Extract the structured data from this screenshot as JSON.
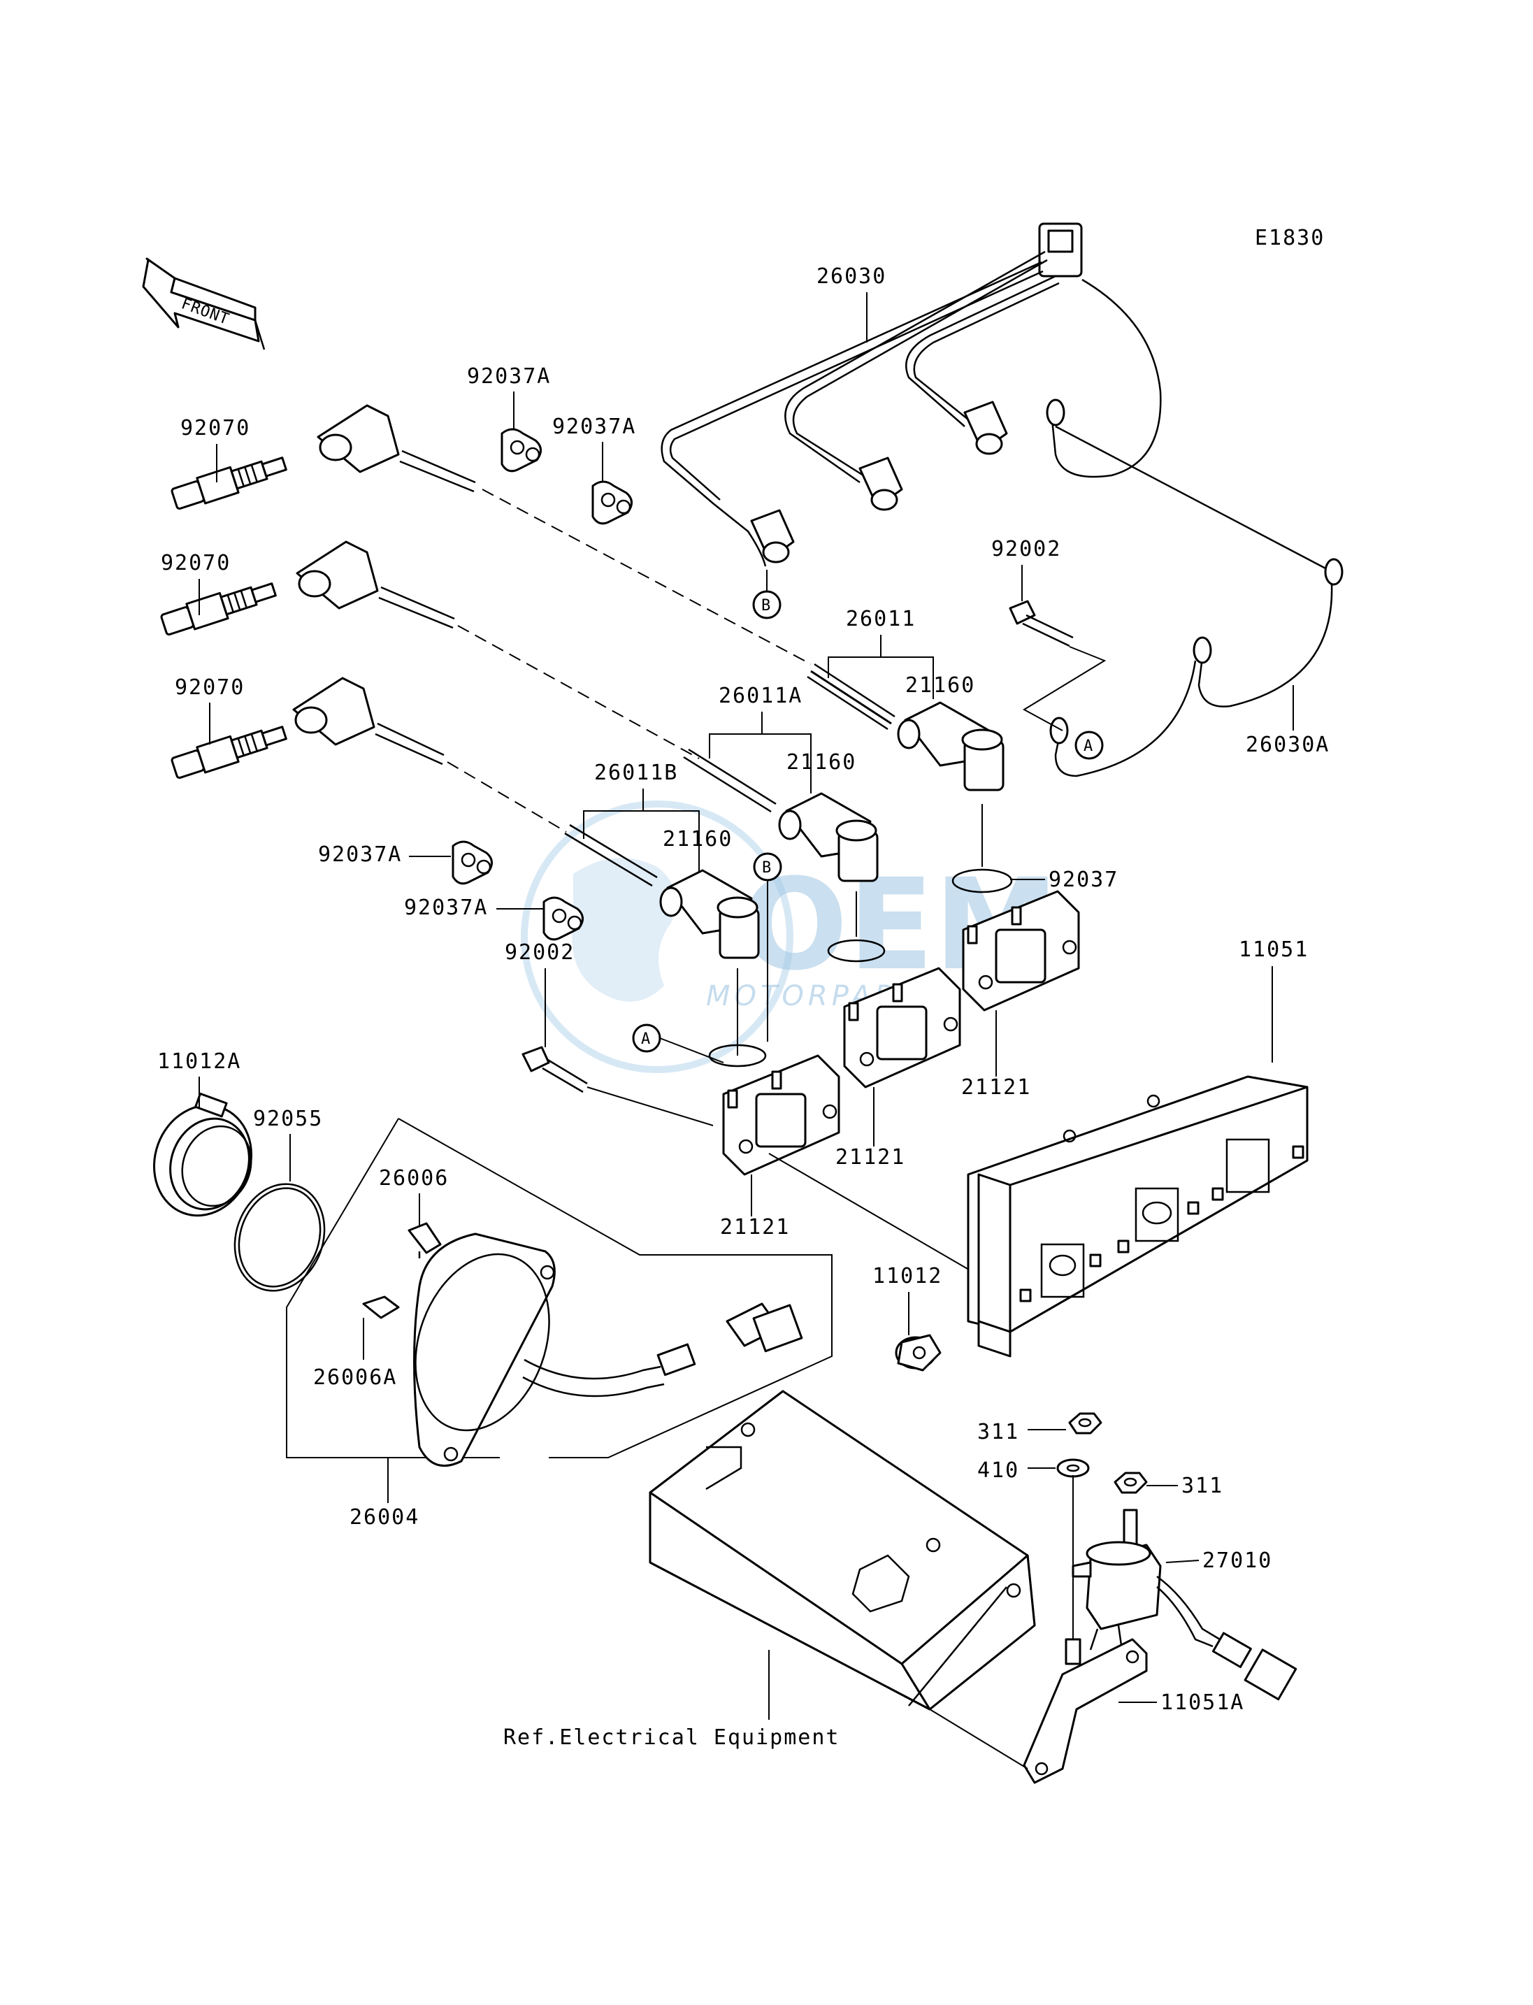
{
  "diagram": {
    "code": "E1830",
    "front_label": "FRONT",
    "reference_note": "Ref.Electrical Equipment",
    "watermark": {
      "brand": "OEM",
      "sub": "MOTORPARTS"
    },
    "callout_letters": [
      "A",
      "B"
    ],
    "part_labels": {
      "p26030": "26030",
      "p26030A": "26030A",
      "p92037A_1": "92037A",
      "p92037A_2": "92037A",
      "p92037A_3": "92037A",
      "p92037A_4": "92037A",
      "p92070_1": "92070",
      "p92070_2": "92070",
      "p92070_3": "92070",
      "p92002_1": "92002",
      "p92002_2": "92002",
      "p26011": "26011",
      "p26011A": "26011A",
      "p26011B": "26011B",
      "p21160_1": "21160",
      "p21160_2": "21160",
      "p21160_3": "21160",
      "p92037": "92037",
      "p11051": "11051",
      "p11051A": "11051A",
      "p11012A": "11012A",
      "p92055": "92055",
      "p26006": "26006",
      "p26006A": "26006A",
      "p26004": "26004",
      "p21121_1": "21121",
      "p21121_2": "21121",
      "p21121_3": "21121",
      "p11012": "11012",
      "p311_1": "311",
      "p311_2": "311",
      "p410": "410",
      "p27010": "27010"
    }
  }
}
